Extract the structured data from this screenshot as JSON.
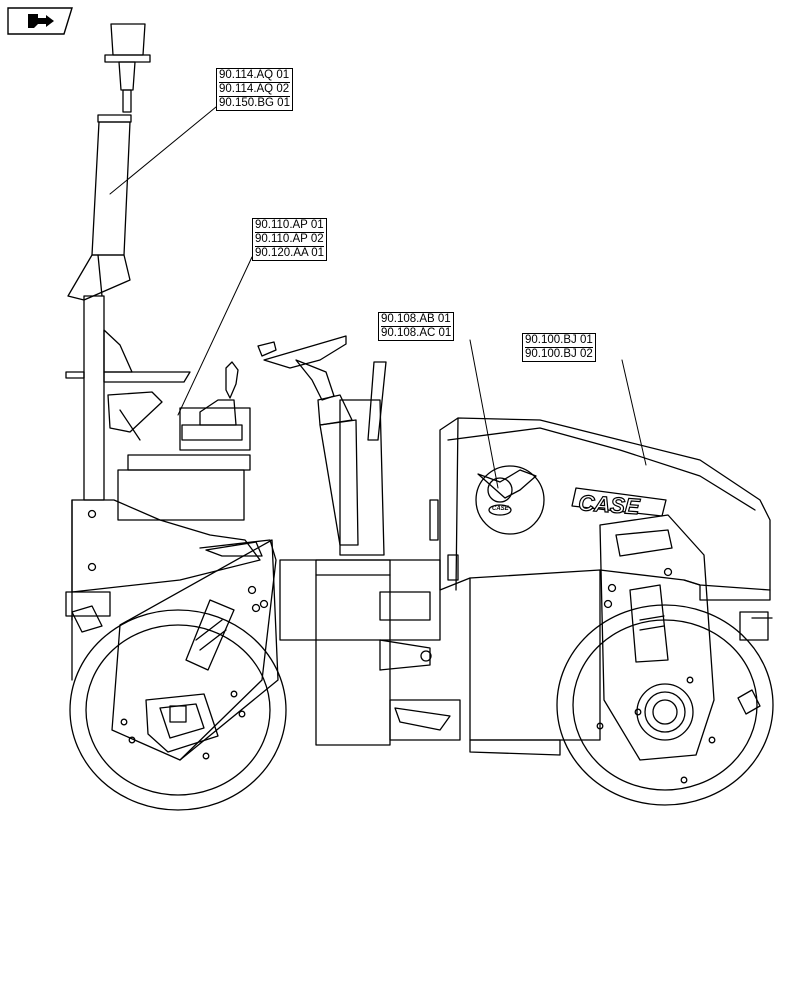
{
  "nav": {
    "icon": "arrow-right-icon"
  },
  "callouts": {
    "antenna": [
      "90.114.AQ 01",
      "90.114.AQ 02",
      "90.150.BG 01"
    ],
    "console": [
      "90.110.AP 01",
      "90.110.AP 02",
      "90.120.AA 01"
    ],
    "emblem": [
      "90.108.AB 01",
      "90.108.AC 01"
    ],
    "hood": [
      "90.100.BJ 01",
      "90.100.BJ 02"
    ]
  },
  "brand": {
    "logo_text": "CASE",
    "emblem_text": "CASE"
  }
}
